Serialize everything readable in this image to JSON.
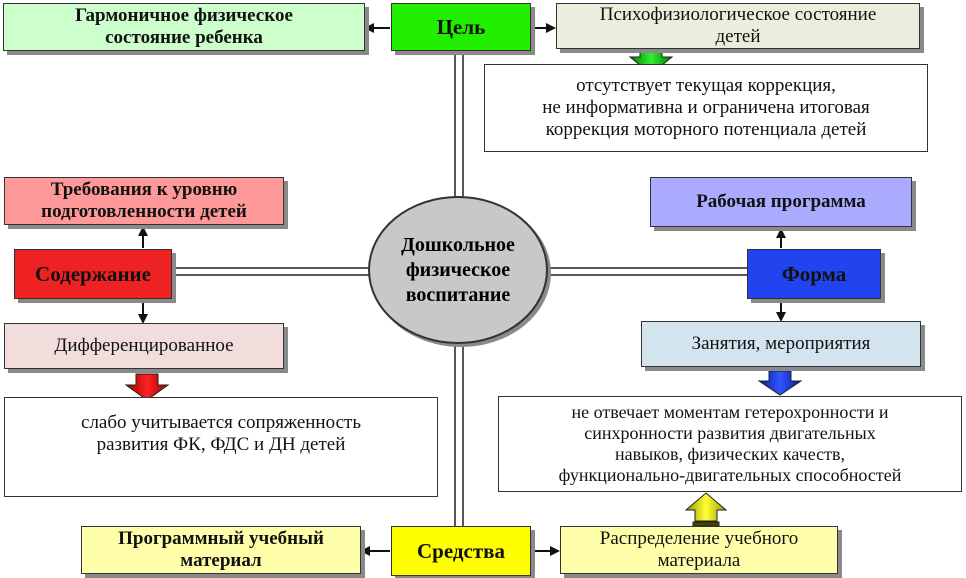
{
  "center": {
    "label": "Дошкольное\nфизическое\nвоспитание"
  },
  "goal": {
    "label": "Цель",
    "left": "Гармоничное физическое\nсостояние ребенка",
    "right": "Психофизиологическое состояние\nдетей",
    "note": "отсутствует текущая коррекция,\nне информативна и ограничена итоговая\nкоррекция моторного потенциала детей"
  },
  "content": {
    "label": "Содержание",
    "top": "Требования к уровню\nподготовленности детей",
    "bottom": "Дифференцированное",
    "note": "слабо учитывается сопряженность\nразвития ФК, ФДС и ДН детей"
  },
  "form": {
    "label": "Форма",
    "top": "Рабочая программа",
    "bottom": "Занятия, мероприятия",
    "note": "не отвечает моментам гетерохронности и\nсинхронности развития двигательных\nнавыков, физических качеств,\nфункционально-двигательных способностей"
  },
  "means": {
    "label": "Средства",
    "left": "Программный учебный\nматериал",
    "right": "Распределение учебного\nматериала"
  },
  "colors": {
    "goal": "#22ee00",
    "content": "#ee2222",
    "form": "#2244ee",
    "means": "#ffff00",
    "light_green": "#ccffcc",
    "light_beige": "#e9eedd",
    "light_red": "#ff9999",
    "light_pink": "#f3dcdc",
    "light_blue": "#aaaaff",
    "light_cyan": "#d4e4ee",
    "light_yellow": "#ffffaa"
  }
}
